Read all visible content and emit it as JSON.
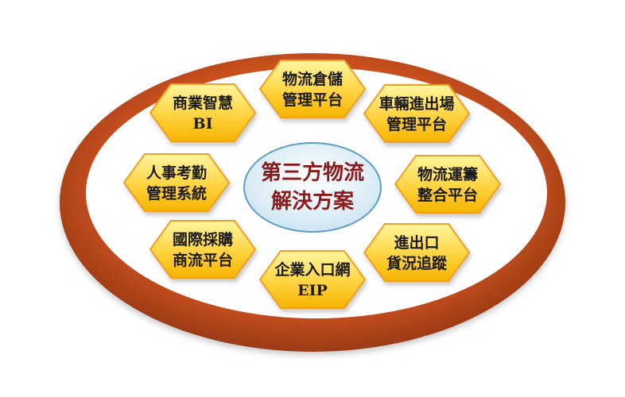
{
  "diagram": {
    "center": {
      "lines": [
        "第三方物流",
        "解決方案"
      ]
    },
    "nodes": [
      {
        "id": "logistics-warehouse",
        "lines": [
          "物流倉儲",
          "管理平台"
        ]
      },
      {
        "id": "vehicle-yard",
        "lines": [
          "車輛進出場",
          "管理平台"
        ]
      },
      {
        "id": "logistics-dispatch",
        "lines": [
          "物流運籌",
          "整合平台"
        ]
      },
      {
        "id": "import-export-tracking",
        "lines": [
          "進出口",
          "貨況追蹤"
        ]
      },
      {
        "id": "enterprise-portal",
        "lines": [
          "企業入口網",
          "EIP"
        ]
      },
      {
        "id": "international-procurement",
        "lines": [
          "國際採購",
          "商流平台"
        ]
      },
      {
        "id": "hr-attendance",
        "lines": [
          "人事考勤",
          "管理系統"
        ]
      },
      {
        "id": "business-intelligence",
        "lines": [
          "商業智慧",
          "BI"
        ]
      }
    ],
    "colors": {
      "ring_outer": "#c8501e",
      "ring_dark": "#8a3210",
      "hex_fill_top": "#fff6a0",
      "hex_fill_bottom": "#f5b400",
      "hex_stroke": "#f0a020",
      "center_fill": "#e3f1f8",
      "center_stroke": "#5a9ec4",
      "center_text": "#8b1a1a"
    }
  }
}
